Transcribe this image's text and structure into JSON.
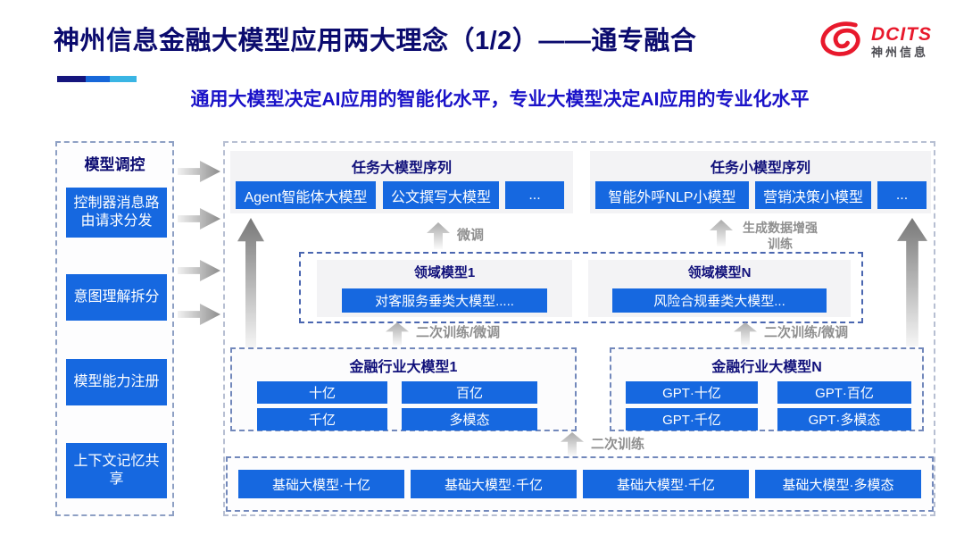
{
  "header": {
    "title": "神州信息金融大模型应用两大理念（1/2）——通专融合",
    "subtitle": "通用大模型决定AI应用的智能化水平，专业大模型决定AI应用的专业化水平",
    "logo": {
      "name_en": "DCITS",
      "name_cn": "神州信息"
    }
  },
  "sidebar": {
    "header": "模型调控",
    "items": [
      {
        "label": "控制器消息路由请求分发"
      },
      {
        "label": "意图理解拆分"
      },
      {
        "label": "模型能力注册"
      },
      {
        "label": "上下文记忆共享"
      }
    ]
  },
  "groups": {
    "task_large": {
      "header": "任务大模型序列",
      "boxes": [
        "Agent智能体大模型",
        "公文撰写大模型",
        "..."
      ]
    },
    "task_small": {
      "header": "任务小模型序列",
      "boxes": [
        "智能外呼NLP小模型",
        "营销决策小模型",
        "..."
      ]
    },
    "domain1": {
      "header": "领域模型1",
      "box": "对客服务垂类大模型....."
    },
    "domainN": {
      "header": "领域模型N",
      "box": "风险合规垂类大模型..."
    },
    "industry1": {
      "header": "金融行业大模型1",
      "boxes": [
        "十亿",
        "百亿",
        "千亿",
        "多模态"
      ]
    },
    "industryN": {
      "header": "金融行业大模型N",
      "boxes": [
        "GPT·十亿",
        "GPT·百亿",
        "GPT·千亿",
        "GPT·多模态"
      ]
    },
    "base": {
      "boxes": [
        "基础大模型·十亿",
        "基础大模型·千亿",
        "基础大模型·千亿",
        "基础大模型·多模态"
      ]
    }
  },
  "arrow_labels": {
    "finetune": "微调",
    "gen_data_training": "生成数据增强训练",
    "secondary_ft_left": "二次训练/微调",
    "secondary_ft_right": "二次训练/微调",
    "secondary_training": "二次训练"
  },
  "colors": {
    "title_navy": "#0b0b6e",
    "subtitle_blue": "#1a12c8",
    "box_blue": "#1668e0",
    "logo_red": "#e8192c",
    "panel_gray": "#f3f3f5",
    "arrow_gray": "#8d8d8d"
  }
}
